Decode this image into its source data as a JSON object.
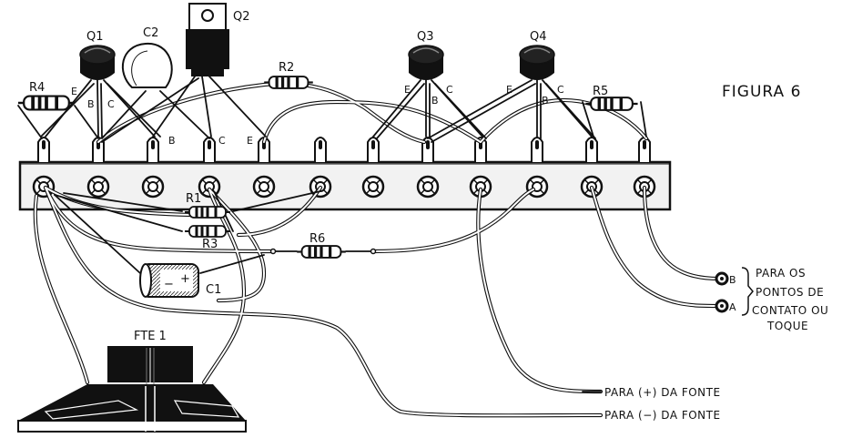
{
  "figure_title": "FIGURA 6",
  "components": {
    "q1": "Q1",
    "q2": "Q2",
    "q3": "Q3",
    "q4": "Q4",
    "c1": "C1",
    "c2": "C2",
    "r1": "R1",
    "r2": "R2",
    "r3": "R3",
    "r4": "R4",
    "r5": "R5",
    "r6": "R6",
    "speaker": "FTE 1"
  },
  "pin_labels": {
    "emitter": "E",
    "base": "B",
    "collector": "C"
  },
  "capacitor_polarity": {
    "minus": "−",
    "plus": "+"
  },
  "contacts": {
    "b": "B",
    "a": "A",
    "note_lines": [
      "PARA OS",
      "PONTOS DE",
      "CONTATO OU",
      "TOQUE"
    ]
  },
  "power": {
    "positive": "PARA (+) DA FONTE",
    "negative": "PARA (−) DA FONTE"
  },
  "colors": {
    "ink": "#111111",
    "paper": "#ffffff",
    "strip": "#f2f2f2"
  }
}
